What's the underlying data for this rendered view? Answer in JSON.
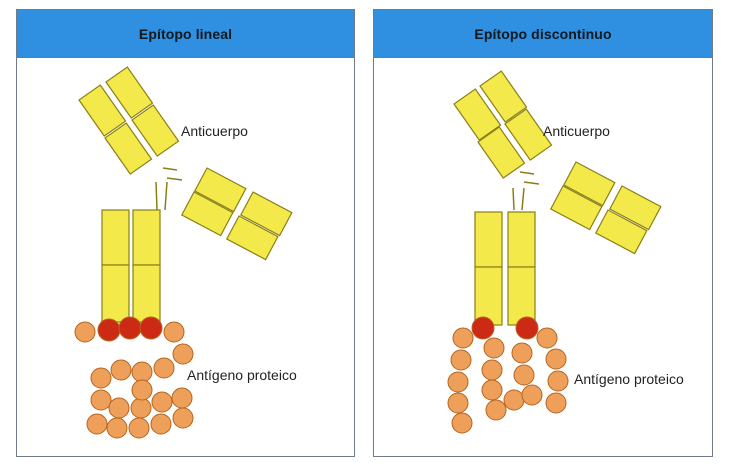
{
  "panels": [
    {
      "title": "Epítopo lineal",
      "antibody_label": "Anticuerpo",
      "antigen_label": "Antígeno proteico"
    },
    {
      "title": "Epítopo discontinuo",
      "antibody_label": "Anticuerpo",
      "antigen_label": "Antígeno proteico"
    }
  ],
  "colors": {
    "header": "#2f8fe0",
    "antibody_fill": "#f3e94a",
    "antibody_stroke": "#8a7f16",
    "bead_fill": "#eea05a",
    "bead_stroke": "#b4641f",
    "epitope_fill": "#cc2a14"
  }
}
